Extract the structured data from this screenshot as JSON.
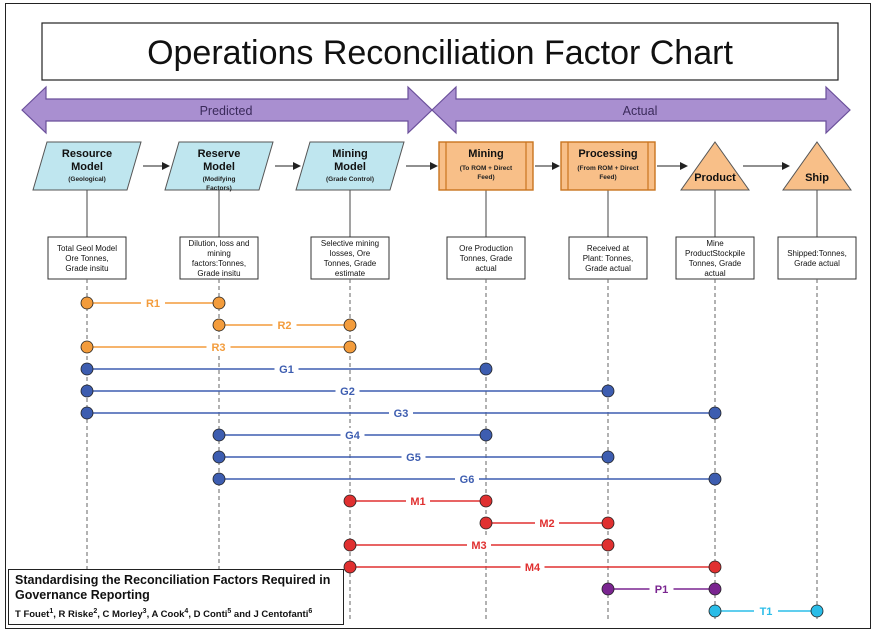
{
  "title": "Operations Reconciliation Factor Chart",
  "phases": {
    "predicted": "Predicted",
    "actual": "Actual"
  },
  "stages": [
    {
      "id": "resource-model",
      "name": [
        "Resource",
        "Model"
      ],
      "sub": [
        "(Geological)"
      ],
      "shape": "parallelogram",
      "desc": [
        "Total Geol Model",
        "Ore Tonnes,",
        "Grade insitu"
      ]
    },
    {
      "id": "reserve-model",
      "name": [
        "Reserve",
        "Model"
      ],
      "sub": [
        "(Modifying",
        "Factors)"
      ],
      "shape": "parallelogram",
      "desc": [
        "Dilution, loss and",
        "mining",
        "factors:Tonnes,",
        "Grade insitu"
      ]
    },
    {
      "id": "mining-model",
      "name": [
        "Mining",
        "Model"
      ],
      "sub": [
        "(Grade Control)"
      ],
      "shape": "parallelogram",
      "desc": [
        "Selective mining",
        "losses, Ore",
        "Tonnes, Grade",
        "estimate"
      ]
    },
    {
      "id": "mining",
      "name": [
        "Mining"
      ],
      "sub": [
        "(To ROM + Direct",
        "Feed)"
      ],
      "shape": "process",
      "desc": [
        "Ore Production",
        "Tonnes, Grade",
        "actual"
      ]
    },
    {
      "id": "processing",
      "name": [
        "Processing"
      ],
      "sub": [
        "(From ROM + Direct",
        "Feed)"
      ],
      "shape": "process",
      "desc": [
        "Received at",
        "Plant: Tonnes,",
        "Grade actual"
      ]
    },
    {
      "id": "product",
      "name": [
        "Product"
      ],
      "sub": [],
      "shape": "triangle",
      "desc": [
        "Mine",
        "ProductStockpile",
        "Tonnes, Grade",
        "actual"
      ]
    },
    {
      "id": "ship",
      "name": [
        "Ship"
      ],
      "sub": [],
      "shape": "triangle",
      "desc": [
        "Shipped:Tonnes,",
        "Grade actual"
      ]
    }
  ],
  "factors": [
    {
      "label": "R1",
      "from": 0,
      "to": 1,
      "color": "#f39c3c"
    },
    {
      "label": "R2",
      "from": 1,
      "to": 2,
      "color": "#f39c3c"
    },
    {
      "label": "R3",
      "from": 0,
      "to": 2,
      "color": "#f39c3c"
    },
    {
      "label": "G1",
      "from": 0,
      "to": 3,
      "color": "#3d5db0"
    },
    {
      "label": "G2",
      "from": 0,
      "to": 4,
      "color": "#3d5db0"
    },
    {
      "label": "G3",
      "from": 0,
      "to": 5,
      "color": "#3d5db0"
    },
    {
      "label": "G4",
      "from": 1,
      "to": 3,
      "color": "#3d5db0"
    },
    {
      "label": "G5",
      "from": 1,
      "to": 4,
      "color": "#3d5db0"
    },
    {
      "label": "G6",
      "from": 1,
      "to": 5,
      "color": "#3d5db0"
    },
    {
      "label": "M1",
      "from": 2,
      "to": 3,
      "color": "#e03030"
    },
    {
      "label": "M2",
      "from": 3,
      "to": 4,
      "color": "#e03030"
    },
    {
      "label": "M3",
      "from": 2,
      "to": 4,
      "color": "#e03030"
    },
    {
      "label": "M4",
      "from": 2,
      "to": 5,
      "color": "#e03030"
    },
    {
      "label": "P1",
      "from": 4,
      "to": 5,
      "color": "#7a2590"
    },
    {
      "label": "T1",
      "from": 5,
      "to": 6,
      "color": "#2bbde8"
    }
  ],
  "colors": {
    "phase_arrow_fill": "#a98fd0",
    "phase_arrow_stroke": "#6a4f9a",
    "model_fill": "#bfe6ef",
    "process_fill": "#f8bf88",
    "process_stroke": "#c9741f",
    "triangle_fill": "#f8bf88"
  },
  "citation": {
    "title": "Standardising the Reconciliation Factors Required in Governance Reporting",
    "authors": [
      {
        "name": "T Fouet",
        "n": "1"
      },
      {
        "name": "R Riske",
        "n": "2"
      },
      {
        "name": "C Morley",
        "n": "3"
      },
      {
        "name": "A Cook",
        "n": "4"
      },
      {
        "name": "D Conti",
        "n": "5"
      },
      {
        "name": "J Centofanti",
        "n": "6"
      }
    ]
  }
}
